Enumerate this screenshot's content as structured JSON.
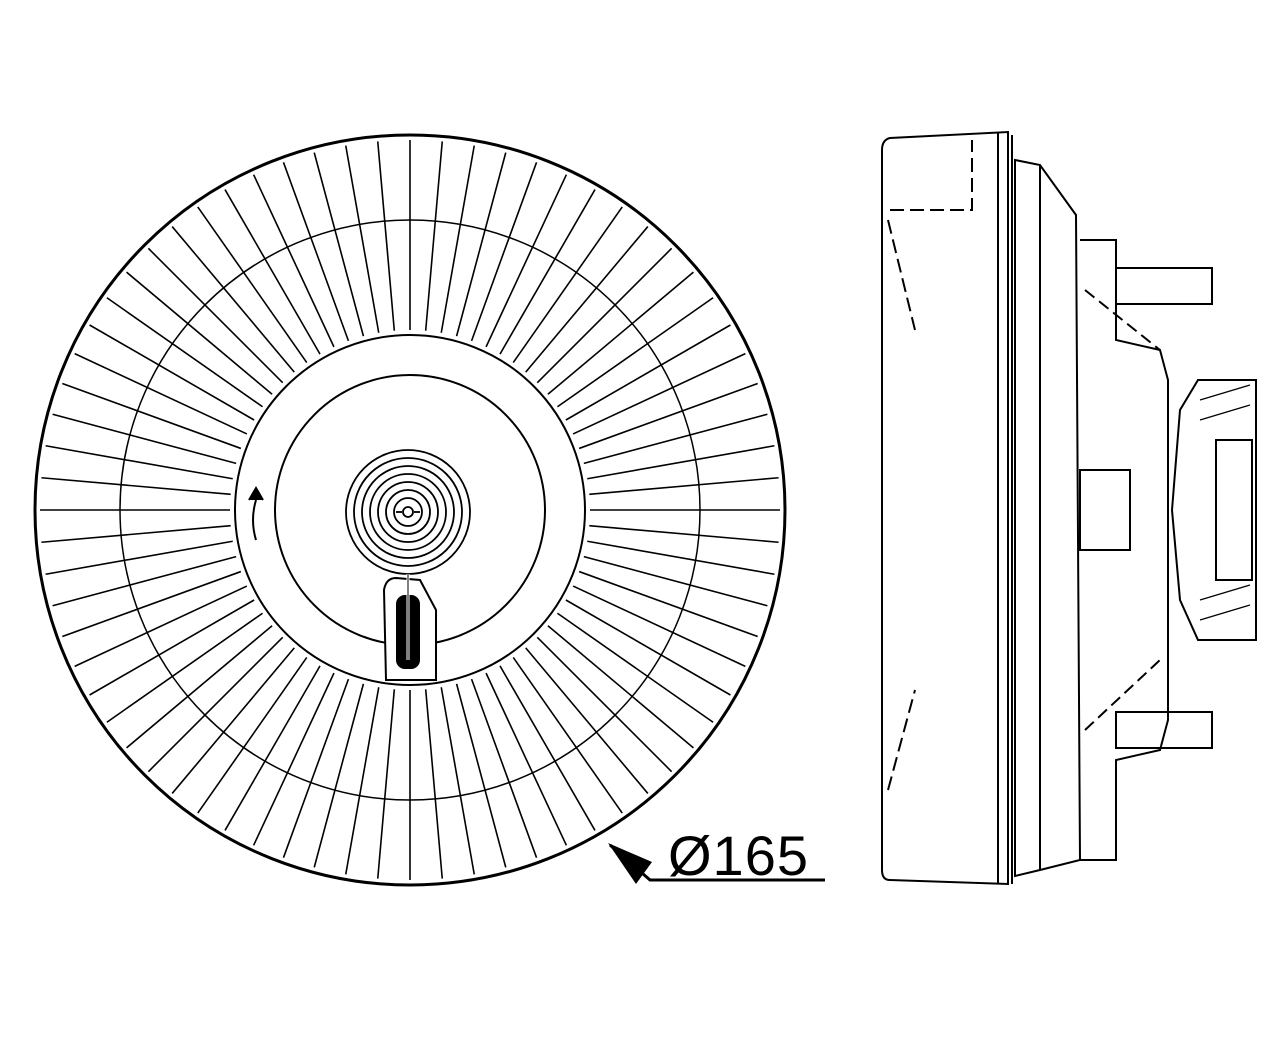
{
  "diagram": {
    "subject": "Viscous fan clutch technical drawing",
    "views": [
      "front-view",
      "side-view"
    ],
    "dimension": {
      "symbol": "Ø",
      "value": "165",
      "label": "Ø165"
    },
    "colors": {
      "line": "#000000",
      "background": "#ffffff"
    }
  }
}
